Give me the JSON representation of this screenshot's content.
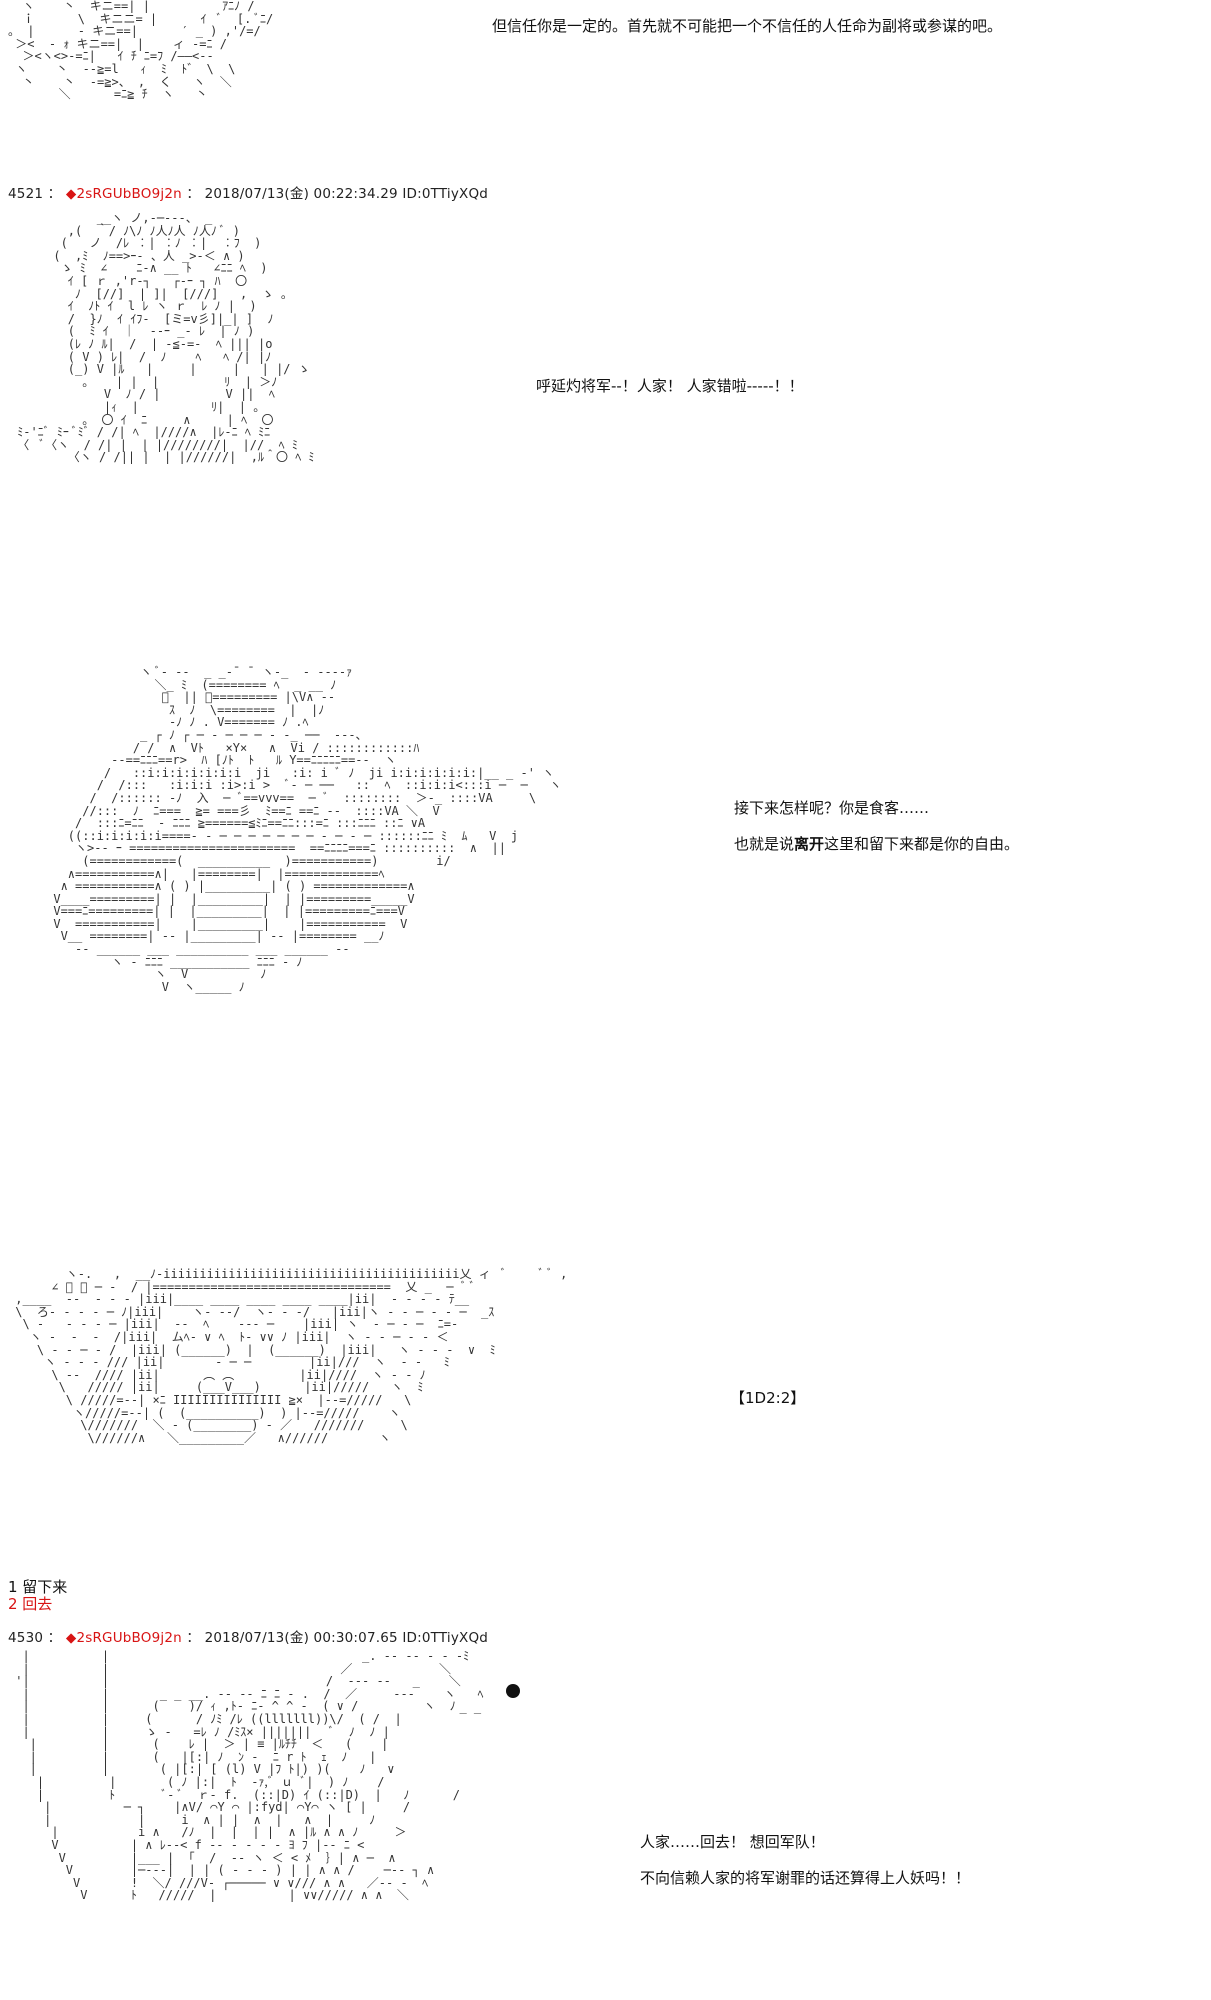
{
  "posts": [
    {
      "id": "prev",
      "dialog": [
        "但信任你是一定的。首先就不可能把一个不信任的人任命为副将或参谋的吧。"
      ]
    },
    {
      "id": "4521",
      "number": "4521",
      "trip": "◆2sRGUbBO9j2n",
      "meta": "2018/07/13(金) 00:22:34.29 ID:0TTiyXQd",
      "dialog": [
        "呼延灼将军--！人家！ 人家错啦-----！！"
      ]
    },
    {
      "id": "scene2",
      "dialog_line1": "接下来怎样呢？你是食客……",
      "dialog_line2_pre": "也就是说",
      "dialog_line2_bold": "离开",
      "dialog_line2_post": "这里和留下来都是你的自由。"
    },
    {
      "id": "scene3",
      "roll": "【1D2:2】",
      "choices": [
        "1 留下来",
        "2 回去"
      ]
    },
    {
      "id": "4530",
      "number": "4530",
      "trip": "◆2sRGUbBO9j2n",
      "meta": "2018/07/13(金) 00:30:07.65 ID:0TTiyXQd",
      "dialog": [
        "人家……回去！ 想回军队！",
        "不向信赖人家的将军谢罪的话还算得上人妖吗！！"
      ]
    }
  ],
  "colors": {
    "trip": "#d81414",
    "text": "#111111",
    "background": "#ffffff"
  }
}
